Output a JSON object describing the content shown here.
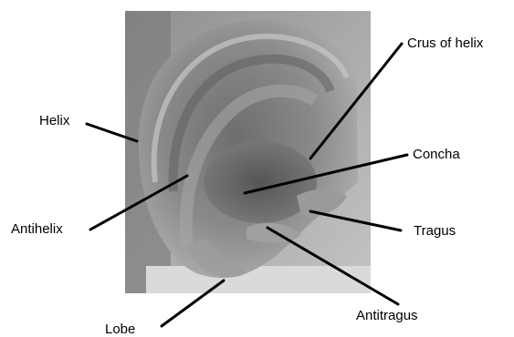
{
  "diagram": {
    "labels": {
      "helix": "Helix",
      "antihelix": "Antihelix",
      "lobe": "Lobe",
      "crus_of_helix": "Crus of helix",
      "concha": "Concha",
      "tragus": "Tragus",
      "antitragus": "Antitragus"
    },
    "colors": {
      "leader_line": "#000000",
      "label_text": "#000000",
      "photo_background": "#a8a8a8",
      "ear_surface": "#8e8e8e"
    }
  }
}
